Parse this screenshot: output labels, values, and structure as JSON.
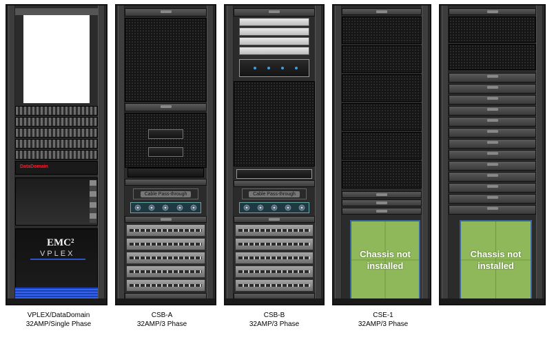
{
  "racks": [
    {
      "label_line1": "VPLEX/DataDomain",
      "label_line2": "32AMP/Single Phase",
      "emc_logo": "EMC²",
      "vplex_logo": "VPLEX",
      "dd_logo": "DataDomain"
    },
    {
      "label_line1": "CSB-A",
      "label_line2": "32AMP/3 Phase",
      "pass_through": "Cable Pass-through"
    },
    {
      "label_line1": "CSB-B",
      "label_line2": "32AMP/3 Phase",
      "pass_through": "Cable Pass-through"
    },
    {
      "label_line1": "CSE-1",
      "label_line2": "32AMP/3 Phase",
      "chassis_text": "Chassis not installed"
    },
    {
      "label_line1": "",
      "label_line2": "",
      "chassis_text": "Chassis not installed"
    }
  ],
  "colors": {
    "chassis_fill": "#8fb85a",
    "chassis_border": "#3a66a0",
    "rack_body": "#2b2b2b",
    "vplex_accent": "#2a56c6"
  }
}
